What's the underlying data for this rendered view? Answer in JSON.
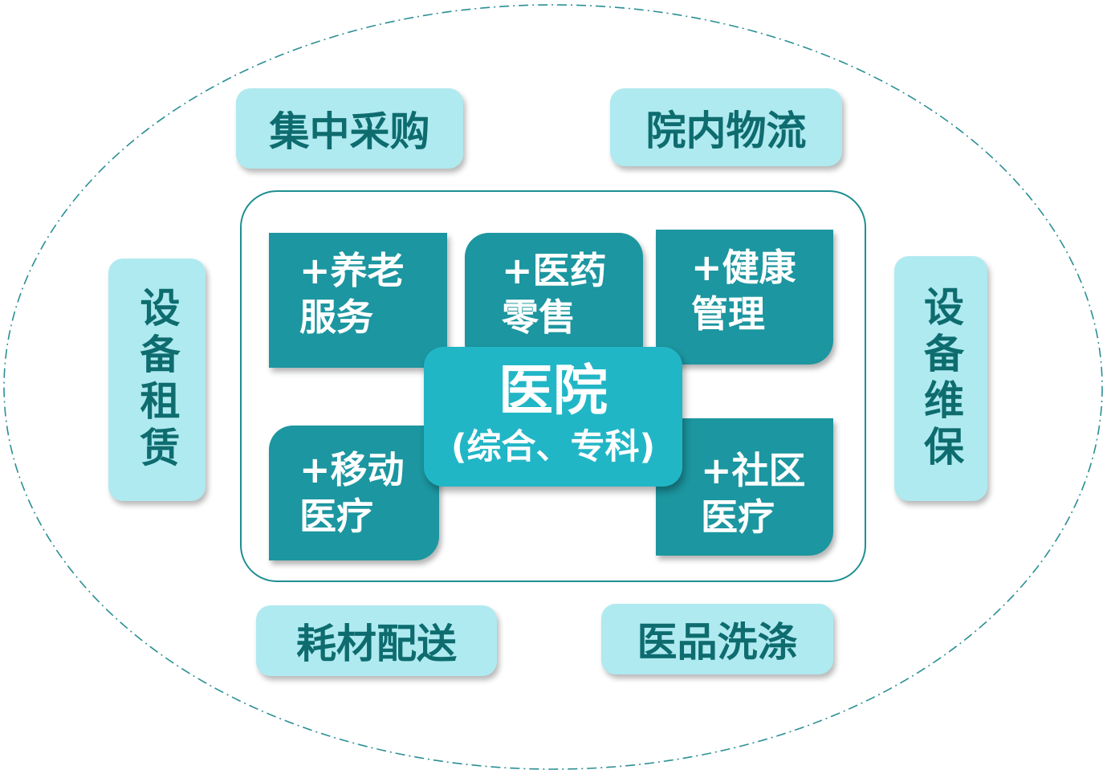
{
  "center": {
    "title": "医院",
    "subtitle": "(综合、专科)"
  },
  "services": {
    "elderly": [
      "+养老",
      "服务"
    ],
    "pharmacy": [
      "+医药",
      "零售"
    ],
    "health": [
      "+健康",
      "管理"
    ],
    "mobile": [
      "+移动",
      "医疗"
    ],
    "community": [
      "+社区",
      "医疗"
    ]
  },
  "outer": {
    "central_procurement": "集中采购",
    "hospital_logistics": "院内物流",
    "equipment_leasing": "设备租赁",
    "equipment_maintenance": "设备维保",
    "consumables_delivery": "耗材配送",
    "medical_laundry": "医品洗涤"
  },
  "colors": {
    "outer_box": "#afeaf0",
    "outer_text": "#0e6c6f",
    "service_box": "#1c96a0",
    "center_box": "#21b6c6",
    "ellipse_stroke": "#2a8f94"
  }
}
